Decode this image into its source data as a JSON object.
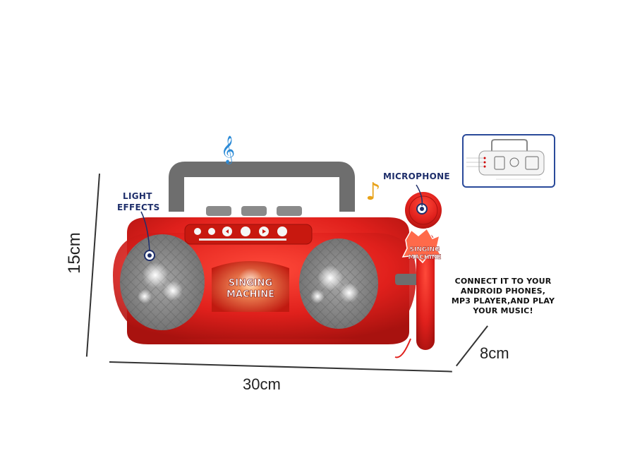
{
  "product": {
    "brand_text_line1": "SINGING",
    "brand_text_line2": "MACHINE",
    "mic_badge_line1": "SINGING",
    "mic_badge_line2": "MACHINE"
  },
  "callouts": {
    "light_effects_line1": "LIGHT",
    "light_effects_line2": "EFFECTS",
    "microphone": "MICROPHONE",
    "connect_line1": "CONNECT IT TO  YOUR",
    "connect_line2": "ANDROID PHONES,",
    "connect_line3": "MP3 PLAYER,AND PLAY",
    "connect_line4": "YOUR MUSIC!"
  },
  "dimensions": {
    "height": "15cm",
    "width": "30cm",
    "depth": "8cm"
  },
  "colors": {
    "body_red": "#e0201c",
    "dark_red": "#a8120f",
    "handle_gray": "#6e6e6e",
    "speaker_gray": "#8a8a8a",
    "callout_blue": "#1f2f6b",
    "note_blue": "#2b8ad6",
    "note_gold": "#e8a21a"
  }
}
